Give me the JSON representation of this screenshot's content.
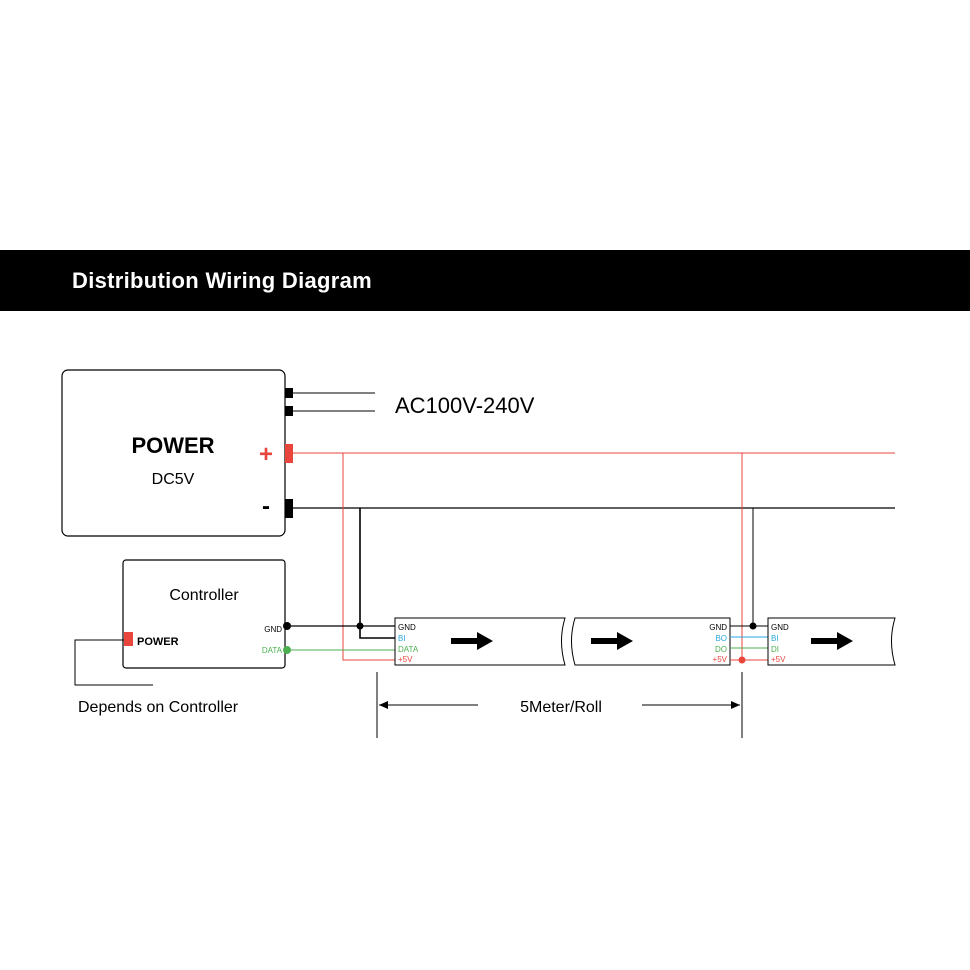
{
  "header": {
    "title": "Distribution Wiring Diagram"
  },
  "power_supply": {
    "title": "POWER",
    "voltage": "DC5V",
    "plus": "+",
    "minus": "-",
    "input": "AC100V-240V"
  },
  "controller": {
    "title": "Controller",
    "power_label": "POWER",
    "gnd": "GND",
    "data": "DATA",
    "note": "Depends on Controller"
  },
  "strip1": {
    "gnd": "GND",
    "bi": "BI",
    "data": "DATA",
    "v5": "+5V"
  },
  "strip2": {
    "gnd": "GND",
    "bo": "BO",
    "do": "DO",
    "v5": "+5V"
  },
  "strip3": {
    "gnd": "GND",
    "bi": "BI",
    "di": "DI",
    "v5": "+5V"
  },
  "dimension": {
    "label": "5Meter/Roll"
  },
  "colors": {
    "red": "#e8453c",
    "green": "#4caf50",
    "blue": "#2aa7df",
    "black": "#000000"
  }
}
